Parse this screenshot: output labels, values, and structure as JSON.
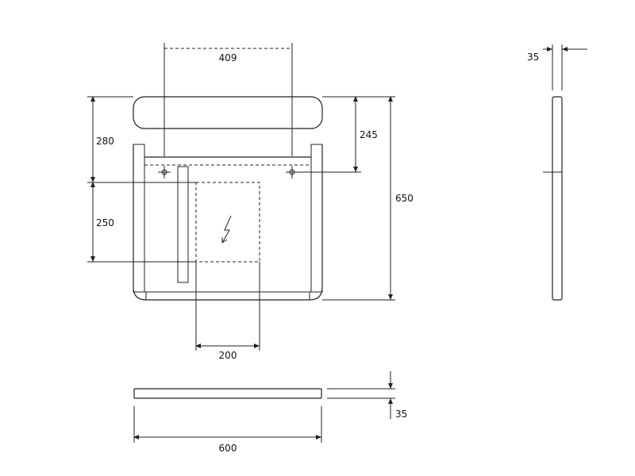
{
  "dimensions": {
    "top_width": "409",
    "left_upper": "280",
    "left_lower": "250",
    "right_upper": "245",
    "right_total": "650",
    "box_width": "200",
    "side_thickness": "35",
    "shelf_thickness": "35",
    "shelf_width": "600"
  },
  "colors": {
    "line": "#222222",
    "background": "#ffffff"
  }
}
